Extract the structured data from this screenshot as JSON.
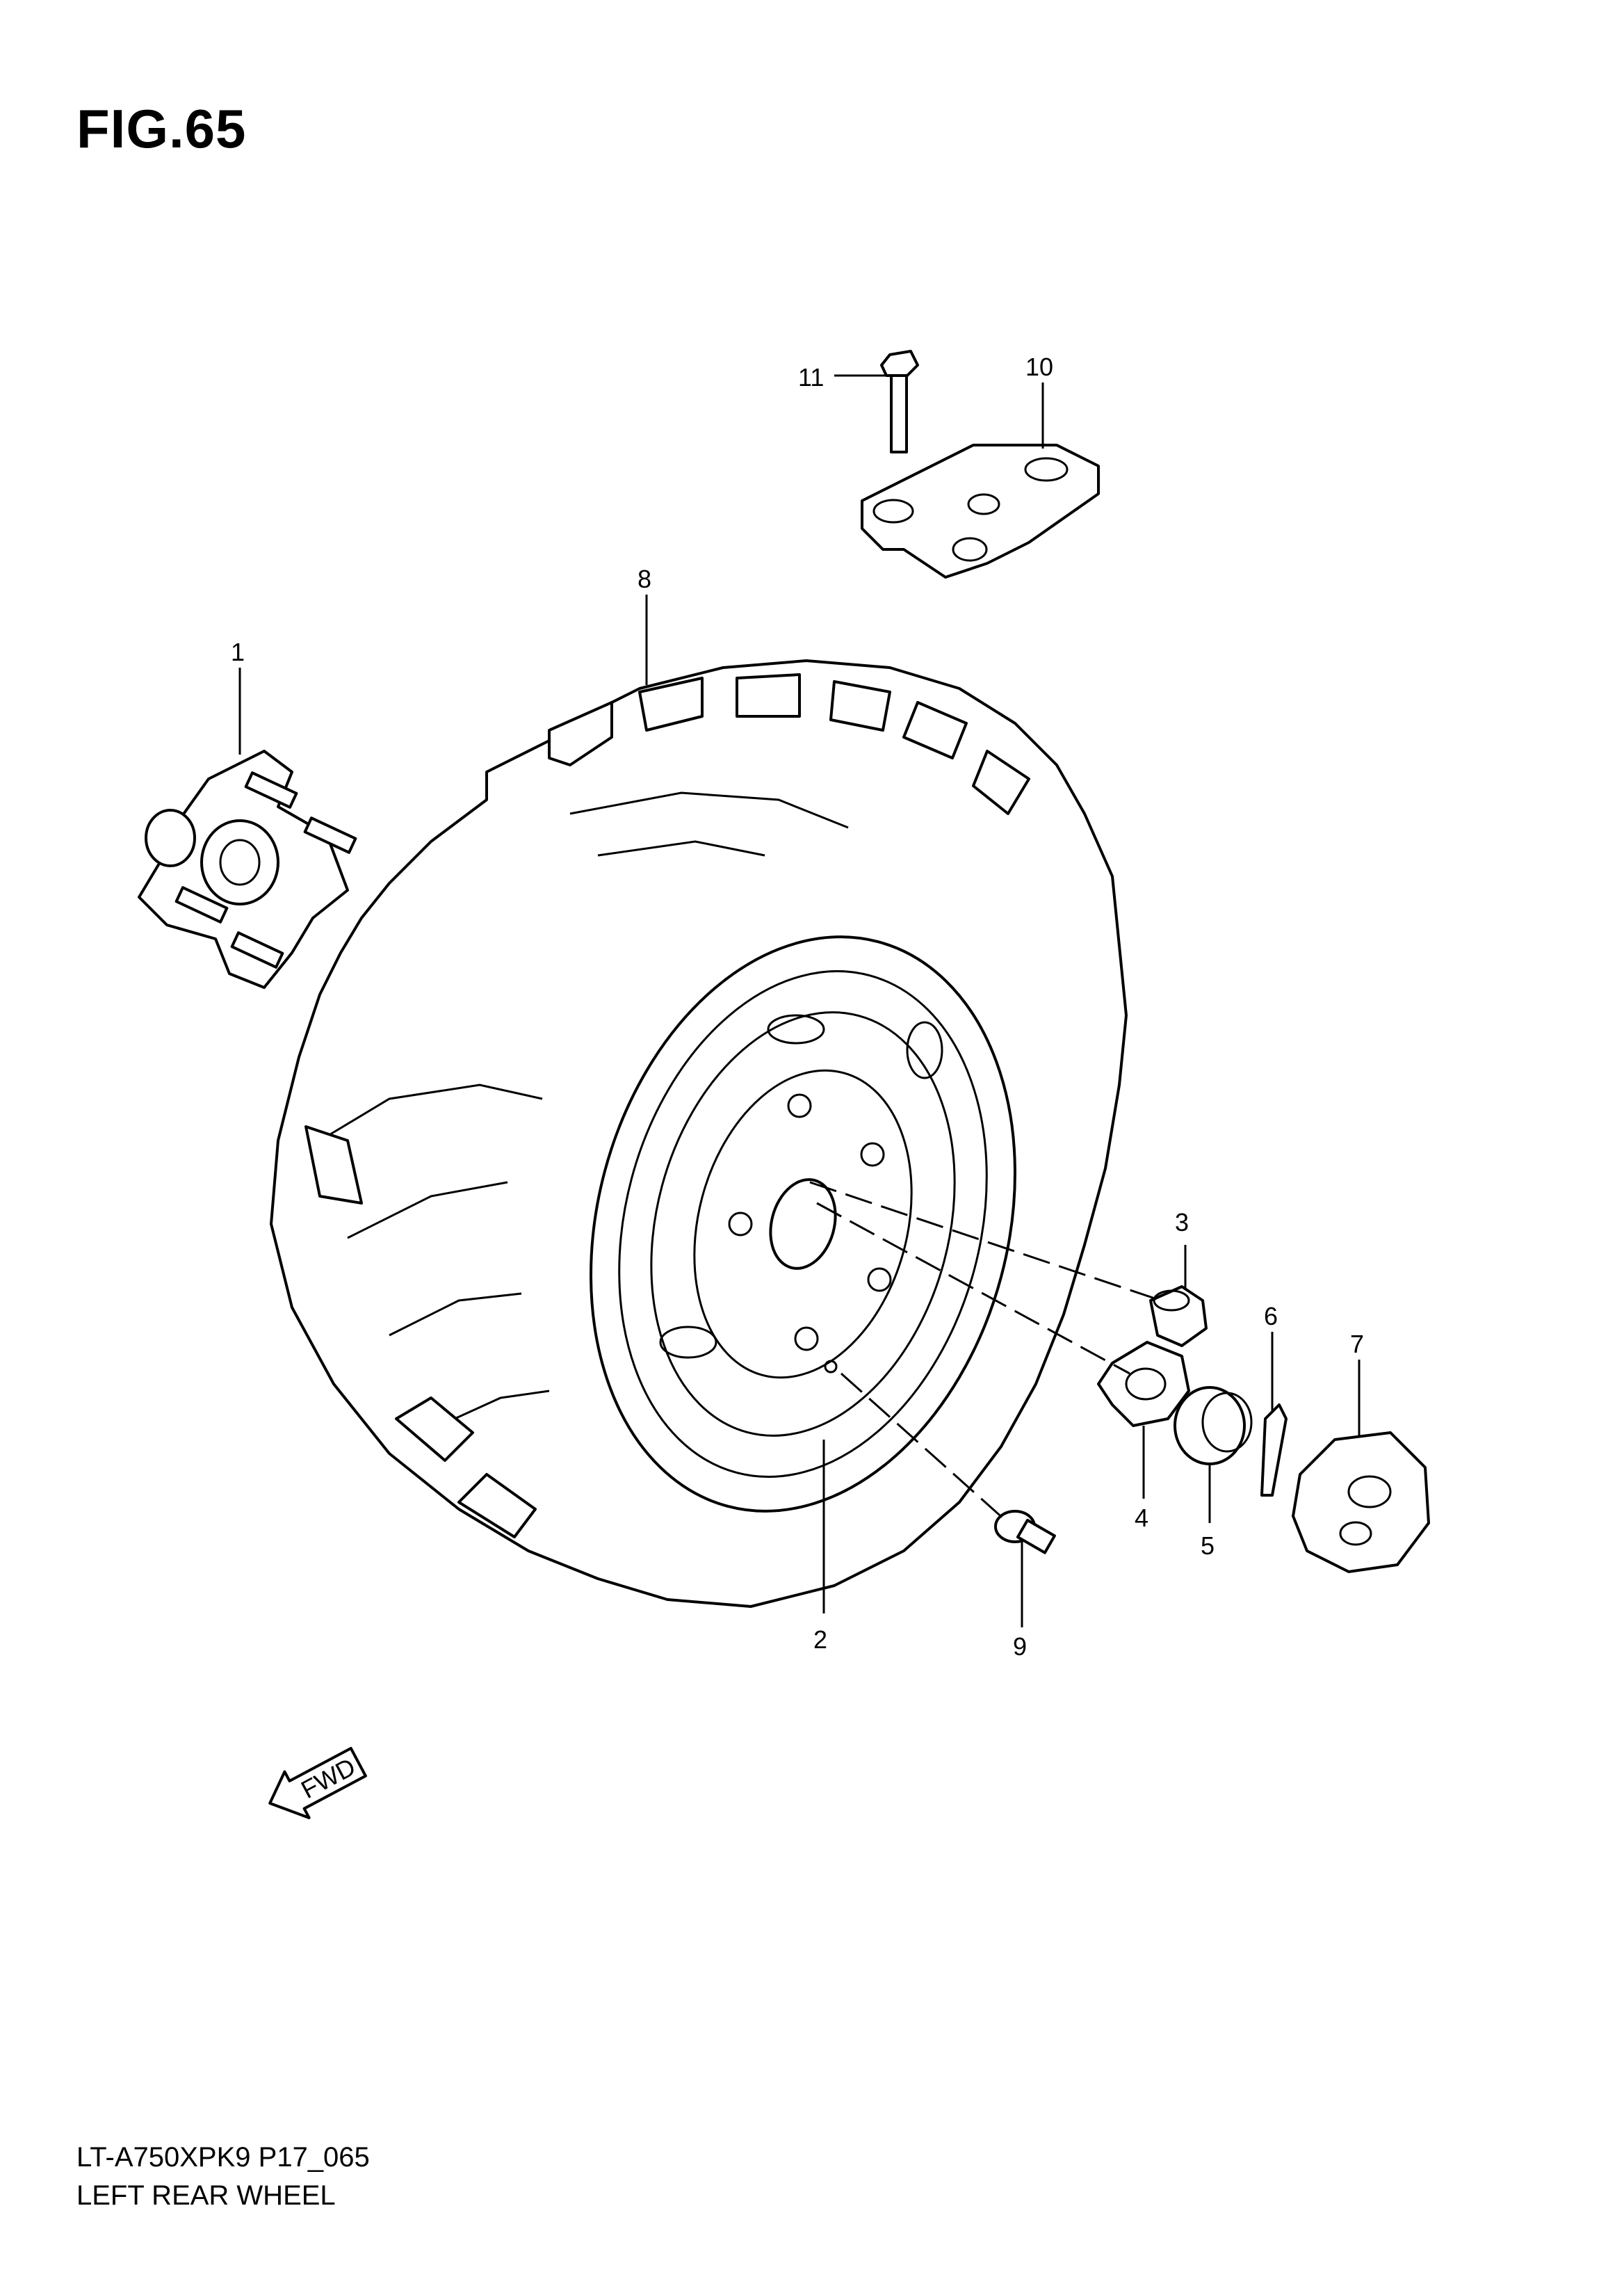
{
  "figure": {
    "title": "FIG.65",
    "model_code": "LT-A750XPK9 P17_065",
    "section_name": "LEFT REAR WHEEL",
    "fwd_label": "FWD"
  },
  "callouts": [
    {
      "id": "1",
      "label": "1"
    },
    {
      "id": "2",
      "label": "2"
    },
    {
      "id": "3",
      "label": "3"
    },
    {
      "id": "4",
      "label": "4"
    },
    {
      "id": "5",
      "label": "5"
    },
    {
      "id": "6",
      "label": "6"
    },
    {
      "id": "7",
      "label": "7"
    },
    {
      "id": "8",
      "label": "8"
    },
    {
      "id": "9",
      "label": "9"
    },
    {
      "id": "10",
      "label": "10"
    },
    {
      "id": "11",
      "label": "11"
    }
  ]
}
